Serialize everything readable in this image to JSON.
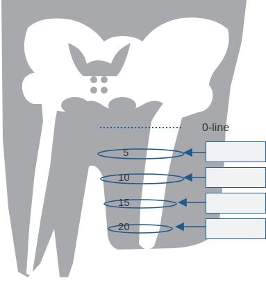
{
  "diagram": {
    "zero_line_label": "0-line",
    "measurements": [
      {
        "label": "5",
        "value": ""
      },
      {
        "label": "10",
        "value": ""
      },
      {
        "label": "15",
        "value": ""
      },
      {
        "label": "20",
        "value": ""
      }
    ]
  },
  "colors": {
    "silhouette": "#a7a9ac",
    "bone": "#ffffff",
    "accent": "#1f5a8c",
    "input_fill": "#f1f2f3",
    "text": "#333333"
  }
}
